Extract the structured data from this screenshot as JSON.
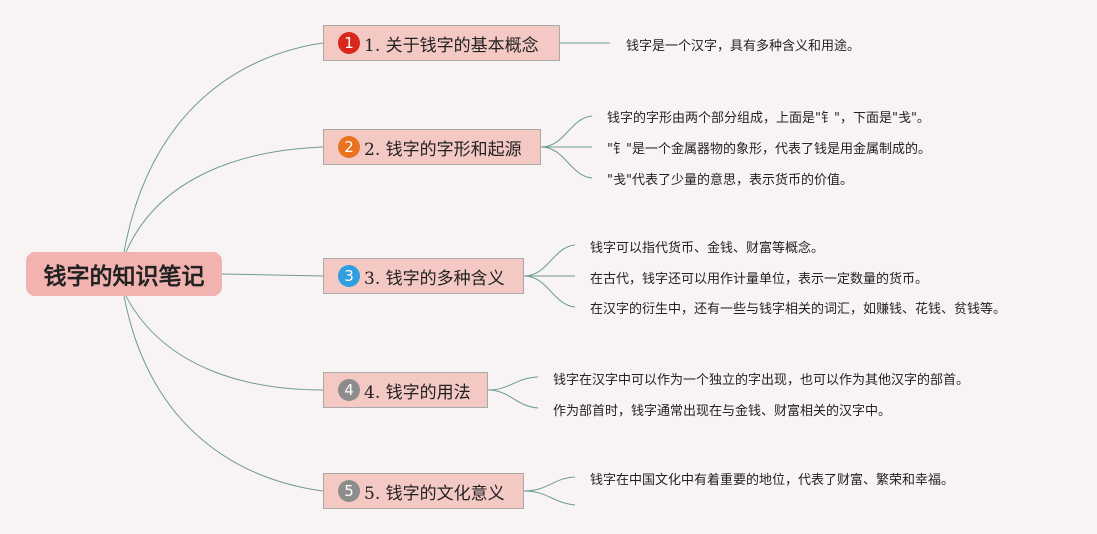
{
  "root": {
    "title": "钱字的知识笔记"
  },
  "topics": [
    {
      "badge": "1",
      "badge_color": "#d9271b",
      "label": "1. 关于钱字的基本概念",
      "notes": [
        "钱字是一个汉字，具有多种含义和用途。"
      ]
    },
    {
      "badge": "2",
      "badge_color": "#e8721d",
      "label": "2. 钱字的字形和起源",
      "notes": [
        "钱字的字形由两个部分组成，上面是\"钅\"，下面是\"戋\"。",
        "\"钅\"是一个金属器物的象形，代表了钱是用金属制成的。",
        "\"戋\"代表了少量的意思，表示货币的价值。"
      ]
    },
    {
      "badge": "3",
      "badge_color": "#2f9fe0",
      "label": "3. 钱字的多种含义",
      "notes": [
        "钱字可以指代货币、金钱、财富等概念。",
        "在古代，钱字还可以用作计量单位，表示一定数量的货币。",
        "在汉字的衍生中，还有一些与钱字相关的词汇，如赚钱、花钱、贫钱等。"
      ]
    },
    {
      "badge": "4",
      "badge_color": "#8c8c8c",
      "label": "4. 钱字的用法",
      "notes": [
        "钱字在汉字中可以作为一个独立的字出现，也可以作为其他汉字的部首。",
        "作为部首时，钱字通常出现在与金钱、财富相关的汉字中。"
      ]
    },
    {
      "badge": "5",
      "badge_color": "#8c8c8c",
      "label": "5. 钱字的文化意义",
      "notes": [
        "钱字在中国文化中有着重要的地位，代表了财富、繁荣和幸福。"
      ]
    }
  ]
}
